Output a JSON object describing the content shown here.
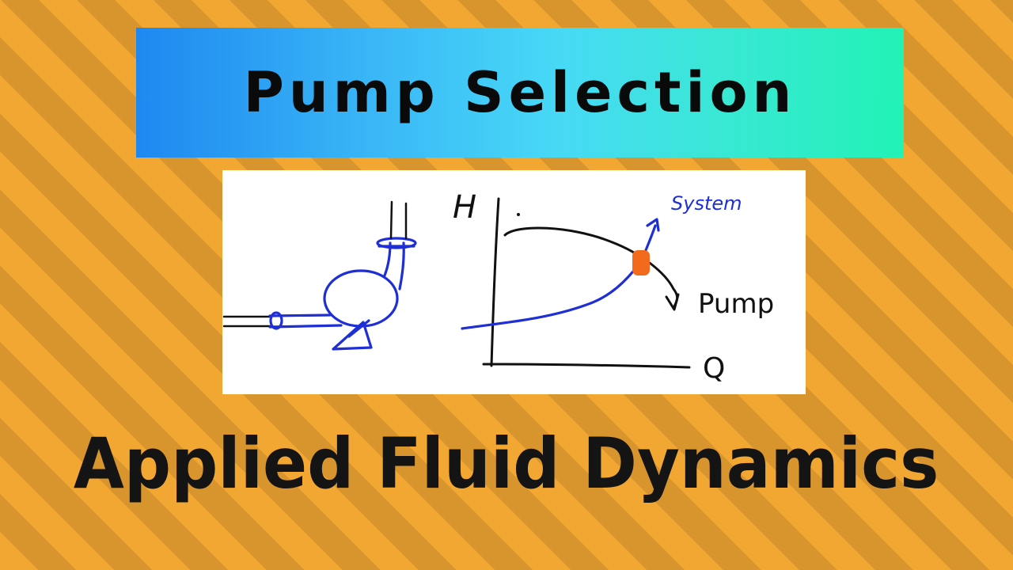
{
  "title": "Pump Selection",
  "subtitle": "Applied Fluid Dynamics",
  "diagram": {
    "y_axis_label": "H",
    "x_axis_label": "Q",
    "system_curve_label": "System",
    "pump_curve_label": "Pump"
  },
  "colors": {
    "background": "#F3A733",
    "background_stripe": "#D8952E",
    "banner_left": "#1E88F0",
    "banner_right": "#22F2B6",
    "pump_sketch": "#1E2FD6",
    "system_curve": "#1E2FD6",
    "pump_curve": "#111111",
    "operating_point": "#F26A1B"
  }
}
